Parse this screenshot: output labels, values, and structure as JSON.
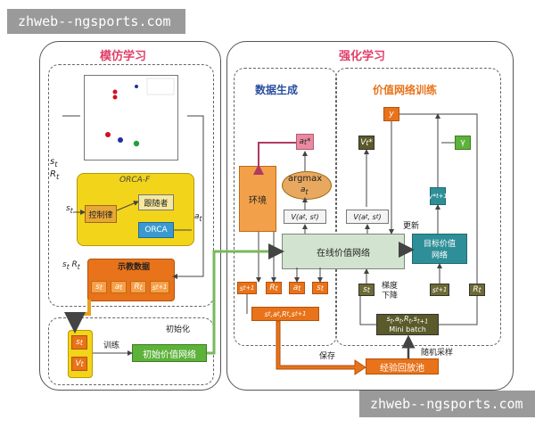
{
  "watermark_top": "zhweb--ngsports.com",
  "watermark_bottom": "zhweb--ngsports.com",
  "left_panel": {
    "title": "模仿学习",
    "state_s": "s",
    "state_s_sub": "t",
    "reward_r": "R",
    "reward_r_sub": "t",
    "orca_f": "ORCA-F",
    "control_law": "控制律",
    "follower": "跟随者",
    "orca": "ORCA",
    "st_in": "s",
    "st_in_sub": "t",
    "at_out": "a",
    "at_out_sub": "t",
    "demo_title": "示教数据",
    "demo_srt": "s",
    "demo_items": [
      "s_t",
      "a_t",
      "R_t",
      "s_{t+1}"
    ],
    "train_label": "训练",
    "init_label": "初始化",
    "init_value_net": "初始价值网络",
    "vs_s": "s",
    "vs_v": "V"
  },
  "right_panel": {
    "title": "强化学习",
    "data_gen": "数据生成",
    "value_train": "价值网络训练",
    "env": "环境",
    "argmax": "argmax",
    "argmax_sub": "a_t",
    "at_star": "a*",
    "v_func": "V(a_t, s_t)",
    "v_func2": "V(a_t, s_t)",
    "online_net": "在线价值网络",
    "target_net_l1": "目标价值",
    "target_net_l2": "网络",
    "update": "更新",
    "grad_l1": "梯度",
    "grad_l2": "下降",
    "y": "y",
    "vt_star": "V*",
    "gamma": "γ",
    "y_next": "y*",
    "mini_batch_l1": "s_t, a_t, R_t, s_{t+1}",
    "mini_batch_l2": "Mini batch",
    "random_sample": "随机采样",
    "save": "保存",
    "replay": "经验回放池",
    "sample_row": [
      "s_{t+1}",
      "R_t",
      "a_t",
      "s_t"
    ],
    "tuple": "s_t, a_t, R_t, s_{t+1}",
    "st_box": "s_t",
    "st1_box": "s_{t+1}",
    "rt_box": "R_t"
  },
  "colors": {
    "title_pink": "#e0406a",
    "title_blue": "#2a4ea0",
    "orange": "#e8731a",
    "olive": "#5a5a2a",
    "green": "#5db23a",
    "teal": "#2f8f98",
    "yellow": "#f2d41a"
  }
}
